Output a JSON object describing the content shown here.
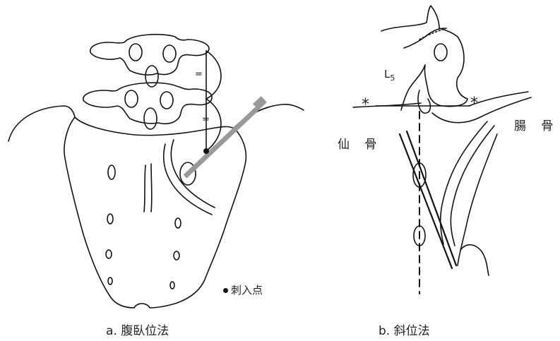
{
  "panel_a": {
    "caption": "a.  腹臥位法",
    "legend": "刺入点"
  },
  "panel_b": {
    "caption": "b.  斜位法",
    "level_label": "L",
    "level_sub": "5",
    "label_sacrum": "仙 骨",
    "label_ilium": "腸 骨",
    "marker": "*",
    "marker2": "*"
  },
  "equal_mark": "=",
  "equal_mark2": "=",
  "colors": {
    "line": "#111111",
    "needle": "#999999"
  }
}
